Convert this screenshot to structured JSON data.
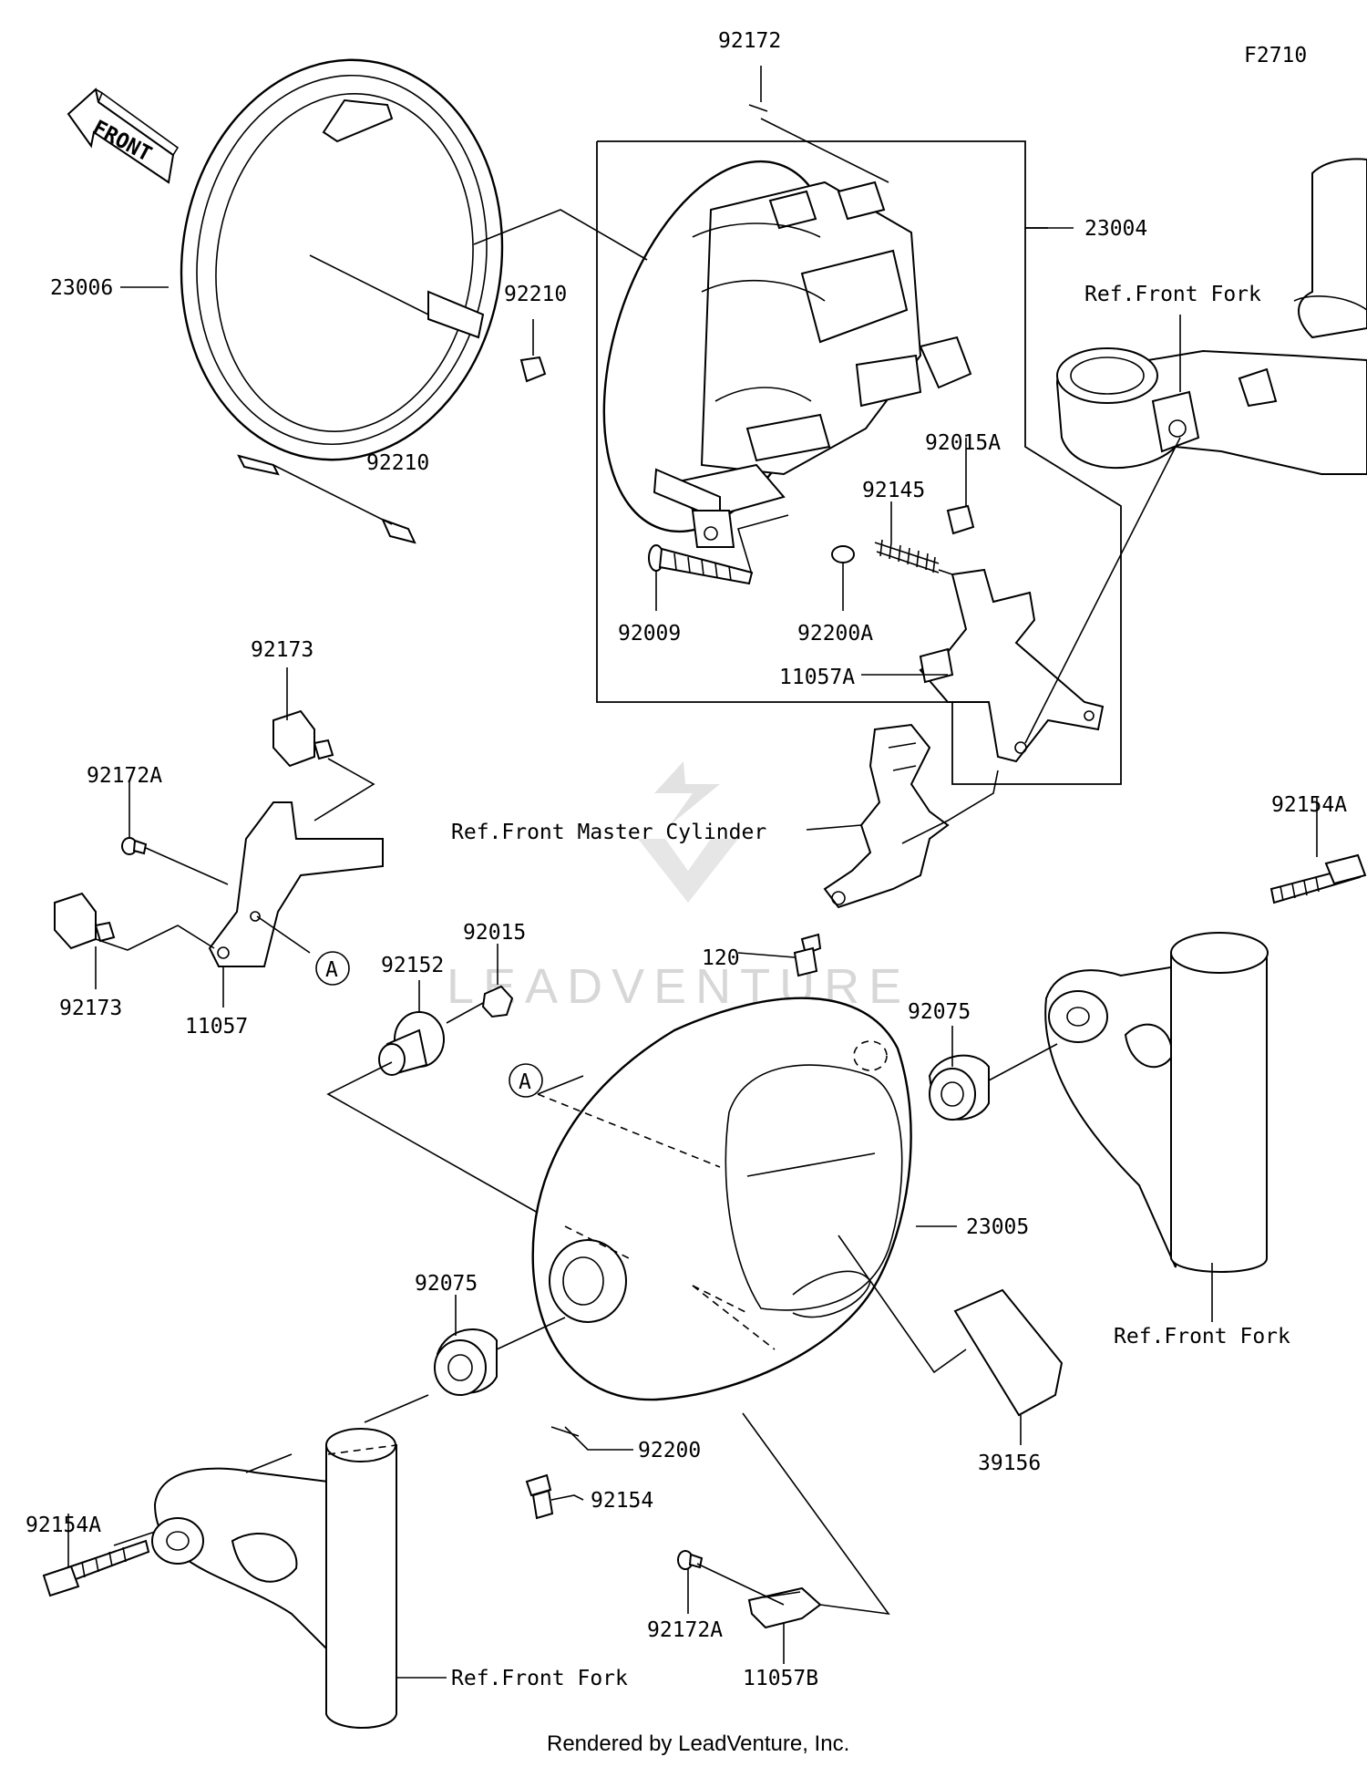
{
  "figure_code": "F2710",
  "front_arrow_label": "FRONT",
  "watermark": "LEADVENTURE",
  "credit": "Rendered by LeadVenture, Inc.",
  "callout_marker": "A",
  "part_labels": {
    "p92172_top": "92172",
    "p23004": "23004",
    "p23006": "23006",
    "p92210_a": "92210",
    "p92210_b": "92210",
    "p92015A": "92015A",
    "p92145": "92145",
    "p92009": "92009",
    "p92200A": "92200A",
    "p11057A": "11057A",
    "p92173_top": "92173",
    "p92172A_left": "92172A",
    "p92173_bottom": "92173",
    "p11057": "11057",
    "p92152": "92152",
    "p92015": "92015",
    "p120": "120",
    "p92154A_right": "92154A",
    "p92075_right": "92075",
    "p23005": "23005",
    "p92075_left": "92075",
    "p92200": "92200",
    "p92154": "92154",
    "p39156": "39156",
    "p92154A_left": "92154A",
    "p92172A_bottom": "92172A",
    "p11057B": "11057B"
  },
  "references": {
    "front_fork_top": "Ref.Front Fork",
    "front_master_cylinder": "Ref.Front Master Cylinder",
    "front_fork_right": "Ref.Front Fork",
    "front_fork_bottom": "Ref.Front Fork"
  }
}
